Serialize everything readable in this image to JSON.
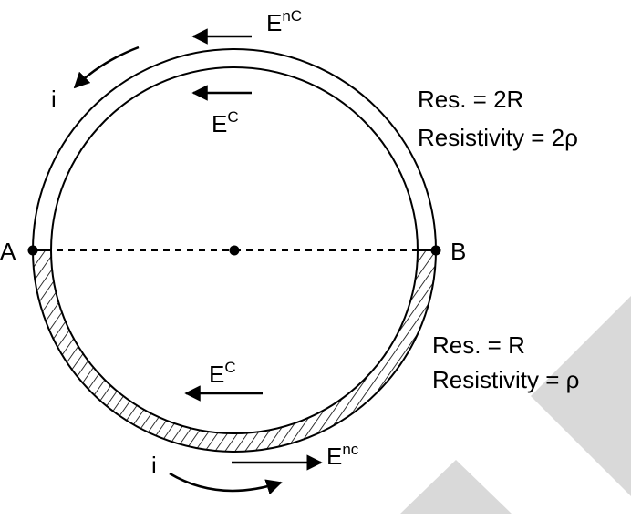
{
  "diagram": {
    "top_half": {
      "resistance": "Res. = 2R",
      "resistivity": "Resistivity = 2ρ"
    },
    "bottom_half": {
      "resistance": "Res. = R",
      "resistivity": "Resistivity = ρ"
    },
    "points": {
      "left": "A",
      "right": "B"
    },
    "fields": {
      "top_outer": {
        "base": "E",
        "sup": "nC"
      },
      "top_inner": {
        "base": "E",
        "sup": "C"
      },
      "bottom_inner": {
        "base": "E",
        "sup": "C"
      },
      "bottom_outer": {
        "base": "E",
        "sup": "nc"
      }
    },
    "current": {
      "top": "i",
      "bottom": "i"
    },
    "colors": {
      "ink": "#000000",
      "watermark": "#d9d9d9",
      "background": "#ffffff"
    }
  }
}
